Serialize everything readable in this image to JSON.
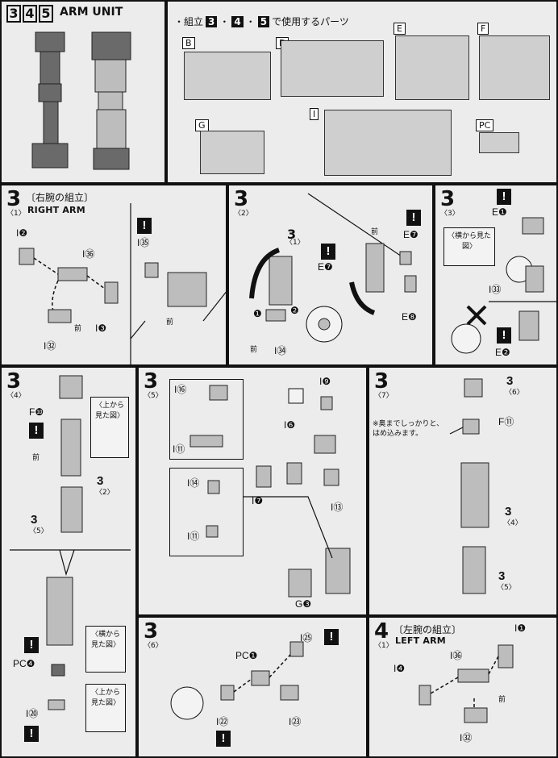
{
  "header": {
    "step_badges": [
      "3",
      "4",
      "5"
    ],
    "title": "ARM UNIT",
    "parts_heading": "・組立",
    "parts_heading_steps": [
      "3",
      "4",
      "5"
    ],
    "parts_heading_suffix": "で使用するパーツ"
  },
  "runners": [
    "B",
    "D",
    "E",
    "F",
    "G",
    "I",
    "PC"
  ],
  "step3_1": {
    "num": "3",
    "sub": "〈1〉",
    "jp_title": "〔右腕の組立〕",
    "title": "RIGHT ARM",
    "labels": [
      "I❷",
      "I㊱",
      "I❸",
      "I㉜",
      "I㉟",
      "前",
      "前"
    ]
  },
  "step3_2": {
    "num": "3",
    "sub": "〈2〉",
    "labels": [
      "3",
      "〈1〉",
      "❶",
      "❷",
      "I㉞",
      "前",
      "E❼",
      "E❼",
      "E❽",
      "前"
    ]
  },
  "step3_3": {
    "num": "3",
    "sub": "〈3〉",
    "labels": [
      "E❶",
      "〈横から見た図〉",
      "I㉝",
      "E❷"
    ]
  },
  "step3_4": {
    "num": "3",
    "sub": "〈4〉",
    "labels": [
      "F❿",
      "前",
      "〈上から見た図〉",
      "3",
      "〈2〉",
      "3",
      "〈5〉",
      "PC❹",
      "〈横から見た図〉",
      "〈上から見た図〉",
      "I⑳"
    ]
  },
  "step3_5": {
    "num": "3",
    "sub": "〈5〉",
    "labels": [
      "I⑯",
      "I⑪",
      "I⑭",
      "I⑪",
      "I❾",
      "I❻",
      "I❼",
      "I⑬",
      "G❸"
    ]
  },
  "step3_7": {
    "num": "3",
    "sub": "〈7〉",
    "note": "※奥までしっかりと、はめ込みます。",
    "labels": [
      "3",
      "〈6〉",
      "F⑪",
      "3",
      "〈4〉",
      "3",
      "〈5〉"
    ]
  },
  "step3_6": {
    "num": "3",
    "sub": "〈6〉",
    "labels": [
      "PC❶",
      "I㉕",
      "I㉒",
      "I㉓"
    ]
  },
  "step4_1": {
    "num": "4",
    "sub": "〈1〉",
    "jp_title": "〔左腕の組立〕",
    "title": "LEFT ARM",
    "labels": [
      "I❶",
      "I㊱",
      "I❹",
      "前",
      "I㉜"
    ]
  },
  "colors": {
    "ink": "#111111",
    "paper": "#ececec",
    "part": "#bdbdbd",
    "dark_part": "#6a6a6a"
  }
}
